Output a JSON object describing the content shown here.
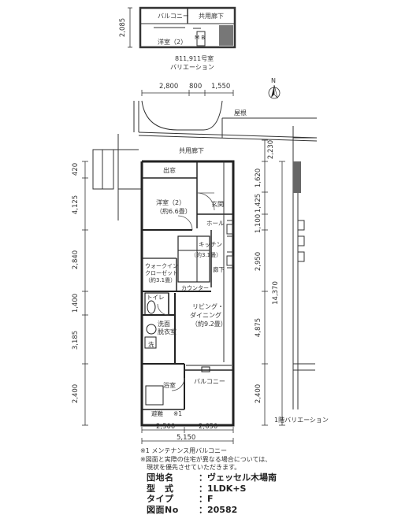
{
  "variation_top": {
    "height_dim": "2,085",
    "balcony": "バルコニー",
    "corridor": "共用廊下",
    "room": "洋室（2）",
    "mb": "M B",
    "caption_line1": "811,911号室",
    "caption_line2": "バリエーション"
  },
  "top_dims": [
    "2,800",
    "800",
    "1,550"
  ],
  "north_mark": "N",
  "roof_eave": "屋根",
  "rooms": {
    "corridor": "共用廊下",
    "pantry": "出窓",
    "western_room_name": "洋室（2）",
    "western_room_size": "（約6.6畳）",
    "entrance": "玄関",
    "hall": "ホール",
    "kitchen_name": "キッチン",
    "kitchen_size": "（約3.1畳）",
    "corridor_inner": "廊下",
    "walkin_name": "ウォークイン",
    "walkin_name2": "クローゼット",
    "walkin_size": "（約3.1畳）",
    "counter": "カウンター",
    "toilet": "トイレ",
    "living_name": "リビング・",
    "living_name2": "ダイニング",
    "living_size": "（約9.2畳）",
    "washroom_name": "洗面",
    "washroom_name2": "脱衣室",
    "wash": "洗",
    "bath": "浴室",
    "balcony": "バルコニー",
    "maintenance": "避難",
    "mark_note": "※1"
  },
  "left_dims": [
    "420",
    "4,125",
    "2,840",
    "1,400",
    "3,185",
    "2,400"
  ],
  "right_dims": [
    "2,230",
    "1,620",
    "1,425",
    "1,100",
    "2,950",
    "14,370",
    "4,875",
    "2,400"
  ],
  "bottom_dims": [
    "2,500",
    "2,650",
    "5,150"
  ],
  "variation_right_caption": "1階バリエーション",
  "notes": [
    "※1 メンテナンス用バルコニー",
    "※図面と実際の住宅が異なる場合については、",
    "　現状を優先させていただきます。"
  ],
  "info": [
    {
      "key": "団地名",
      "value": "：ヴェッセル木場南"
    },
    {
      "key": "型　式",
      "value": "：1LDK+S"
    },
    {
      "key": "タイプ",
      "value": "：F"
    },
    {
      "key": "図面No",
      "value": "：20582"
    }
  ]
}
